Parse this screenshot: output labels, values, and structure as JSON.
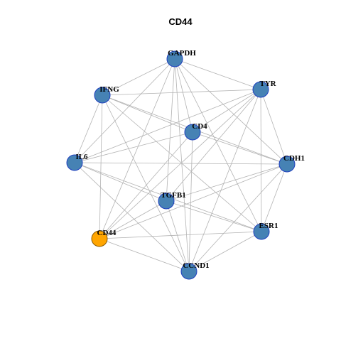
{
  "title": "CD44",
  "colors": {
    "node_default": "#4682b4",
    "node_border": "#1f3fbf",
    "node_highlight": "#ffa500",
    "node_highlight_border": "#8b5a00",
    "edge": "#b3b3b3"
  },
  "nodes": [
    {
      "id": "GAPDH",
      "label": "GAPDH",
      "highlight": false
    },
    {
      "id": "TYR",
      "label": "TYR",
      "highlight": false
    },
    {
      "id": "IFNG",
      "label": "IFNG",
      "highlight": false
    },
    {
      "id": "CD4",
      "label": "CD4",
      "highlight": false
    },
    {
      "id": "IL6",
      "label": "IL6",
      "highlight": false
    },
    {
      "id": "CDH1",
      "label": "CDH1",
      "highlight": false
    },
    {
      "id": "TGFB1",
      "label": "TGFB1",
      "highlight": false
    },
    {
      "id": "CD44",
      "label": "CD44",
      "highlight": true
    },
    {
      "id": "ESR1",
      "label": "ESR1",
      "highlight": false
    },
    {
      "id": "CCND1",
      "label": "CCND1",
      "highlight": false
    }
  ],
  "edges": [
    [
      "GAPDH",
      "IFNG"
    ],
    [
      "GAPDH",
      "TYR"
    ],
    [
      "GAPDH",
      "IL6"
    ],
    [
      "GAPDH",
      "CDH1"
    ],
    [
      "GAPDH",
      "CD44"
    ],
    [
      "GAPDH",
      "TGFB1"
    ],
    [
      "GAPDH",
      "CCND1"
    ],
    [
      "GAPDH",
      "ESR1"
    ],
    [
      "GAPDH",
      "CD4"
    ],
    [
      "IFNG",
      "TYR"
    ],
    [
      "IFNG",
      "CD4"
    ],
    [
      "IFNG",
      "CDH1"
    ],
    [
      "IFNG",
      "CD44"
    ],
    [
      "IFNG",
      "CCND1"
    ],
    [
      "IFNG",
      "ESR1"
    ],
    [
      "IFNG",
      "IL6"
    ],
    [
      "TYR",
      "IL6"
    ],
    [
      "TYR",
      "TGFB1"
    ],
    [
      "TYR",
      "CD44"
    ],
    [
      "TYR",
      "CCND1"
    ],
    [
      "TYR",
      "ESR1"
    ],
    [
      "TYR",
      "CDH1"
    ],
    [
      "TYR",
      "CD4"
    ],
    [
      "CD4",
      "IL6"
    ],
    [
      "CD4",
      "CD44"
    ],
    [
      "CD4",
      "CCND1"
    ],
    [
      "CD4",
      "CDH1"
    ],
    [
      "IL6",
      "CDH1"
    ],
    [
      "IL6",
      "ESR1"
    ],
    [
      "IL6",
      "CCND1"
    ],
    [
      "IL6",
      "TGFB1"
    ],
    [
      "CDH1",
      "CD44"
    ],
    [
      "CDH1",
      "CCND1"
    ],
    [
      "CDH1",
      "TGFB1"
    ],
    [
      "CDH1",
      "ESR1"
    ],
    [
      "TGFB1",
      "ESR1"
    ],
    [
      "TGFB1",
      "CCND1"
    ],
    [
      "TGFB1",
      "CD44"
    ],
    [
      "CD44",
      "ESR1"
    ],
    [
      "CD44",
      "CCND1"
    ],
    [
      "ESR1",
      "CCND1"
    ]
  ]
}
